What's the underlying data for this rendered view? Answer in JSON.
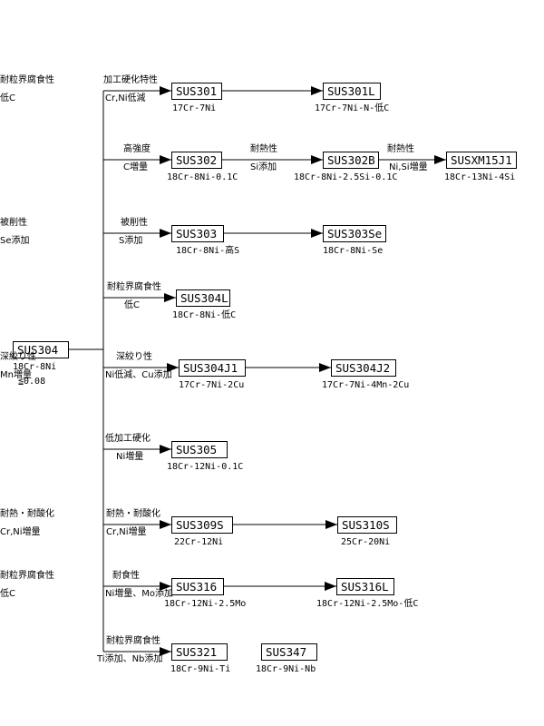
{
  "root": {
    "grade": "SUS304",
    "comp1": "18Cr-8Ni",
    "comp2": "≦0.08"
  },
  "rows": [
    {
      "lead": {
        "top": "加工硬化特性",
        "bottom": "Cr,Ni低減"
      },
      "grades": [
        {
          "name": "SUS301",
          "comp": "17Cr-7Ni"
        },
        {
          "name": "SUS301L",
          "comp": "17Cr-7Ni-N-低C",
          "arrow": {
            "top": "耐粒界腐食性",
            "bottom": "低C"
          }
        }
      ]
    },
    {
      "lead": {
        "top": "高強度",
        "bottom": "C増量"
      },
      "grades": [
        {
          "name": "SUS302",
          "comp": "18Cr-8Ni-0.1C"
        },
        {
          "name": "SUS302B",
          "comp": "18Cr-8Ni-2.5Si-0.1C",
          "arrow": {
            "top": "耐熱性",
            "bottom": "Si添加"
          }
        },
        {
          "name": "SUSXM15J1",
          "comp": "18Cr-13Ni-4Si",
          "arrow": {
            "top": "耐熱性",
            "bottom": "Ni,Si増量"
          }
        }
      ]
    },
    {
      "lead": {
        "top": "被削性",
        "bottom": "S添加"
      },
      "grades": [
        {
          "name": "SUS303",
          "comp": "18Cr-8Ni-高S"
        },
        {
          "name": "SUS303Se",
          "comp": "18Cr-8Ni-Se",
          "arrow": {
            "top": "被削性",
            "bottom": "Se添加"
          }
        }
      ]
    },
    {
      "lead": {
        "top": "耐粒界腐食性",
        "bottom": "低C"
      },
      "grades": [
        {
          "name": "SUS304L",
          "comp": "18Cr-8Ni-低C"
        }
      ]
    },
    {
      "lead": {
        "top": "深絞り性",
        "bottom": "Ni低減、Cu添加"
      },
      "grades": [
        {
          "name": "SUS304J1",
          "comp": "17Cr-7Ni-2Cu"
        },
        {
          "name": "SUS304J2",
          "comp": "17Cr-7Ni-4Mn-2Cu",
          "arrow": {
            "top": "深絞り性",
            "bottom": "Mn増量"
          }
        }
      ]
    },
    {
      "lead": {
        "top": "低加工硬化",
        "bottom": "Ni増量"
      },
      "grades": [
        {
          "name": "SUS305",
          "comp": "18Cr-12Ni-0.1C"
        }
      ]
    },
    {
      "lead": {
        "top": "耐熱・耐酸化",
        "bottom": "Cr,Ni増量"
      },
      "grades": [
        {
          "name": "SUS309S",
          "comp": "22Cr-12Ni"
        },
        {
          "name": "SUS310S",
          "comp": "25Cr-20Ni",
          "arrow": {
            "top": "耐熱・耐酸化",
            "bottom": "Cr,Ni増量"
          }
        }
      ]
    },
    {
      "lead": {
        "top": "耐食性",
        "bottom": "Ni増量、Mo添加"
      },
      "grades": [
        {
          "name": "SUS316",
          "comp": "18Cr-12Ni-2.5Mo"
        },
        {
          "name": "SUS316L",
          "comp": "18Cr-12Ni-2.5Mo-低C",
          "arrow": {
            "top": "耐粒界腐食性",
            "bottom": "低C"
          }
        }
      ]
    },
    {
      "lead": {
        "top": "耐粒界腐食性",
        "bottom": "Ti添加、Nb添加"
      },
      "grades": [
        {
          "name": "SUS321",
          "comp": "18Cr-9Ni-Ti"
        },
        {
          "name": "SUS347",
          "comp": "18Cr-9Ni-Nb",
          "noArrow": true
        }
      ]
    }
  ]
}
